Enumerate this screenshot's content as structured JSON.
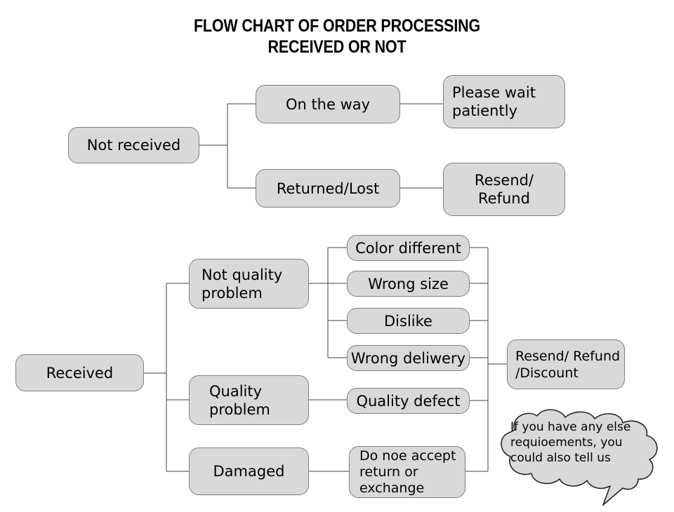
{
  "title": "FLOW CHART OF ORDER PROCESSING\nRECEIVED OR NOT",
  "colors": {
    "node_fill": "#d9d9d9",
    "node_border": "#7f7f7f",
    "wire": "#404040",
    "background": "#ffffff",
    "text": "#000000"
  },
  "chart_data": {
    "type": "diagram",
    "title": "FLOW CHART OF ORDER PROCESSING RECEIVED OR NOT",
    "layout": "left-to-right tree, two independent root branches",
    "nodes": [
      {
        "id": "not_received",
        "label": "Not received"
      },
      {
        "id": "on_the_way",
        "label": "On the way"
      },
      {
        "id": "returned_lost",
        "label": "Returned/Lost"
      },
      {
        "id": "please_wait",
        "label": "Please wait\npatiently"
      },
      {
        "id": "resend_refund",
        "label": "Resend/\nRefund"
      },
      {
        "id": "received",
        "label": "Received"
      },
      {
        "id": "not_quality",
        "label": "Not quality\nproblem"
      },
      {
        "id": "quality_problem",
        "label": "Quality\nproblem"
      },
      {
        "id": "damaged",
        "label": "Damaged"
      },
      {
        "id": "color_diff",
        "label": "Color different"
      },
      {
        "id": "wrong_size",
        "label": "Wrong size"
      },
      {
        "id": "dislike",
        "label": "Dislike"
      },
      {
        "id": "wrong_deliwery",
        "label": "Wrong deliwery"
      },
      {
        "id": "quality_defect",
        "label": "Quality defect"
      },
      {
        "id": "no_return",
        "label": "Do noe accept\nreturn or\nexchange"
      },
      {
        "id": "resend_refund_discount",
        "label": "Resend/ Refund\n/Discount"
      },
      {
        "id": "callout",
        "label": "If you have any else\nrequioements, you\ncould also tell us"
      }
    ],
    "edges": [
      {
        "from": "not_received",
        "to": "on_the_way"
      },
      {
        "from": "not_received",
        "to": "returned_lost"
      },
      {
        "from": "on_the_way",
        "to": "please_wait"
      },
      {
        "from": "returned_lost",
        "to": "resend_refund"
      },
      {
        "from": "received",
        "to": "not_quality"
      },
      {
        "from": "received",
        "to": "quality_problem"
      },
      {
        "from": "received",
        "to": "damaged"
      },
      {
        "from": "not_quality",
        "to": "color_diff"
      },
      {
        "from": "not_quality",
        "to": "wrong_size"
      },
      {
        "from": "not_quality",
        "to": "dislike"
      },
      {
        "from": "not_quality",
        "to": "wrong_deliwery"
      },
      {
        "from": "quality_problem",
        "to": "quality_defect"
      },
      {
        "from": "damaged",
        "to": "no_return"
      },
      {
        "from": "color_diff",
        "to": "resend_refund_discount"
      },
      {
        "from": "wrong_size",
        "to": "resend_refund_discount"
      },
      {
        "from": "dislike",
        "to": "resend_refund_discount"
      },
      {
        "from": "wrong_deliwery",
        "to": "resend_refund_discount"
      },
      {
        "from": "quality_defect",
        "to": "resend_refund_discount"
      },
      {
        "from": "no_return",
        "to": "resend_refund_discount"
      }
    ]
  },
  "flow_top": {
    "root": "Not received",
    "branch_on_the_way": "On the way",
    "branch_returned_lost": "Returned/Lost",
    "result_please_wait": "Please wait\npatiently",
    "result_resend_refund": "Resend/\nRefund"
  },
  "flow_bottom": {
    "root": "Received",
    "branch_not_quality": "Not quality\nproblem",
    "branch_quality_problem": "Quality\nproblem",
    "branch_damaged": "Damaged",
    "reason_color_different": "Color different",
    "reason_wrong_size": "Wrong size",
    "reason_dislike": "Dislike",
    "reason_wrong_deliwery": "Wrong deliwery",
    "reason_quality_defect": "Quality defect",
    "reason_no_return": "Do noe accept\nreturn or\nexchange",
    "result_resend_refund_discount": "Resend/ Refund\n/Discount"
  },
  "callout": {
    "text": "If you have any else\nrequioements, you\ncould also tell us"
  }
}
